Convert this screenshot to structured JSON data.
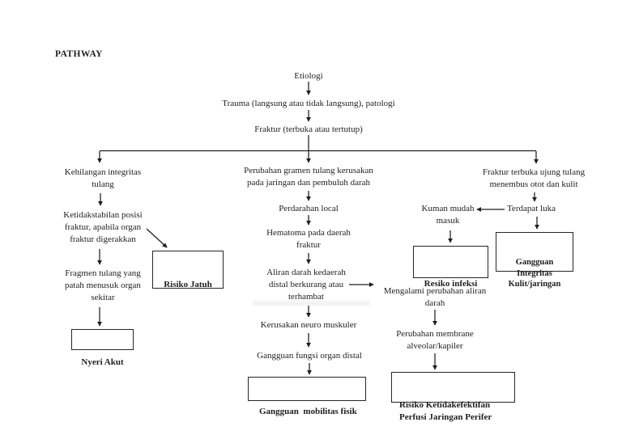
{
  "header": {
    "title": "PATHWAY"
  },
  "nodes": {
    "etiologi": "Etiologi",
    "trauma": "Trauma (langsung atau tidak langsung), patologi",
    "fraktur": "Fraktur (terbuka atau tertutup)",
    "kehilangan_integritas": "Kehilangan integritas\ntulang",
    "ketidakstabilan": "Ketidakstabilan posisi\nfraktur, apabila organ\nfraktur digerakkan",
    "fragmen_tulang": "Fragmen tulang yang\npatah menusuk organ\nsekitar",
    "perubahan_gramen": "Perubahan gramen tulang kerusakan\npada jaringan dan pembuluh darah",
    "perdarahan_local": "Perdarahan local",
    "hematoma": "Hematoma pada daerah\nfraktur",
    "aliran_darah": "Aliran darah kedaerah\ndistal berkurang atau\nterhambat",
    "kerusakan_neuro": "Kerusakan neuro muskuler",
    "gangguan_fungsi": "Gangguan fungsi organ distal",
    "fraktur_terbuka": "Fraktur terbuka ujung tulang\nmenembus otot dan kulit",
    "terdapat_luka": "Terdapat luka",
    "kuman_mudah": "Kuman mudah\nmasuk",
    "mengalami_perubahan": "Mengalami perubahan aliran\ndarah",
    "perubahan_membrane": "Perubahan membrane\nalveolar/kapiler"
  },
  "diagnosis_boxes": {
    "risiko_jatuh": "Risiko Jatuh",
    "nyeri_akut": "Nyeri Akut",
    "gangguan_mobilitas": "Gangguan  mobilitas fisik",
    "resiko_infeksi": "Resiko infeksi",
    "gangguan_integritas": "Gangguan\nIntegritas\nKulit/jaringan",
    "risiko_perfusi": "Risiko Ketidakefektifan\nPerfusi Jaringan Perifer"
  },
  "colors": {
    "background": "#ffffff",
    "text": "#1f1f1f",
    "line": "#1f1f1f",
    "box_border": "#262626"
  }
}
